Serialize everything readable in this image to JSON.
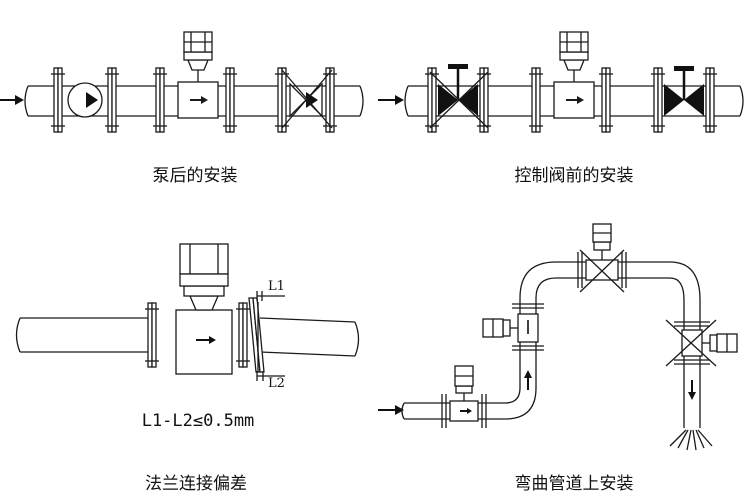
{
  "captions": {
    "after_pump": "泵后的安装",
    "before_control_valve": "控制阀前的安装",
    "flange_offset": "法兰连接偏差",
    "bend_pipe": "弯曲管道上安装"
  },
  "dimensions": {
    "l1": "L1",
    "l2": "L2",
    "formula": "L1-L2≤0.5mm"
  },
  "colors": {
    "line": "#1a1a1a",
    "background": "#ffffff"
  }
}
